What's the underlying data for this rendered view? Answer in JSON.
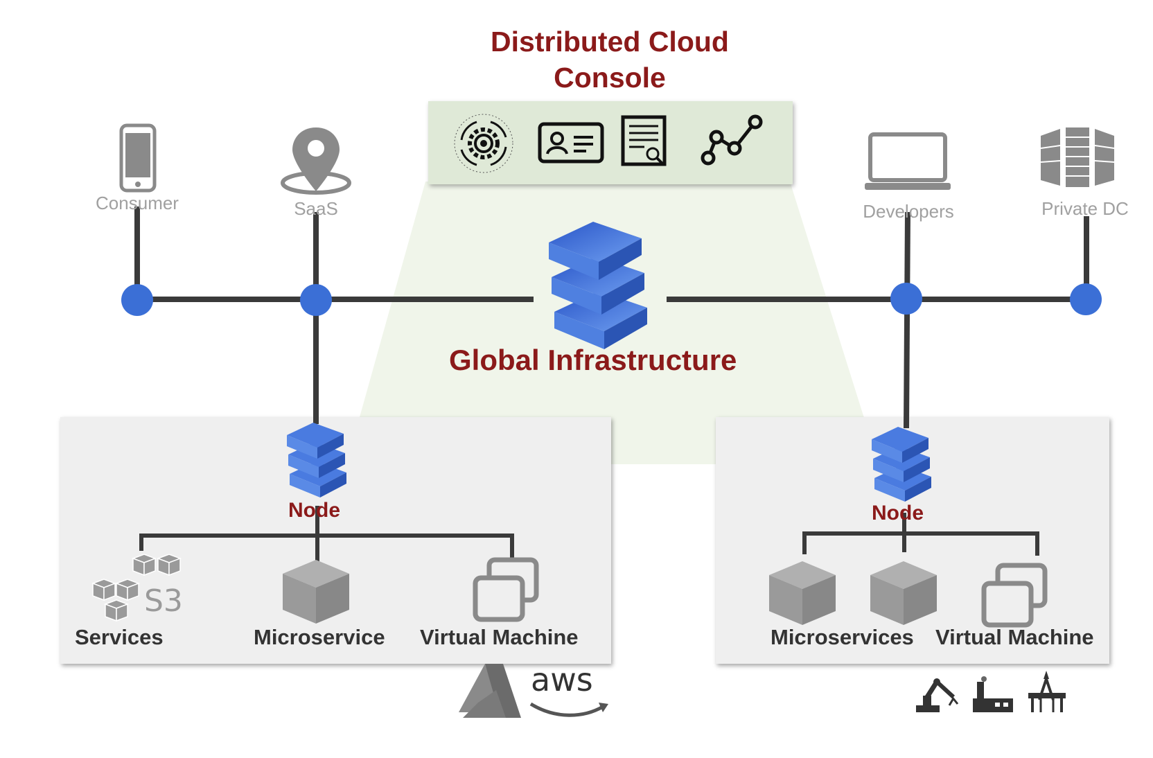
{
  "console": {
    "title_line1": "Distributed Cloud",
    "title_line2": "Console",
    "icons": [
      "gear-cycle-icon",
      "id-card-icon",
      "document-search-icon",
      "graph-line-icon"
    ]
  },
  "endpoints": {
    "consumer": "Consumer",
    "saas": "SaaS",
    "developers": "Developers",
    "private_dc": "Private DC"
  },
  "infrastructure": {
    "label": "Global Infrastructure"
  },
  "left_site": {
    "node_label": "Node",
    "services_label": "Services",
    "s3_label": "S3",
    "microservice_label": "Microservice",
    "vm_label": "Virtual Machine",
    "vendor_label": "aws"
  },
  "right_site": {
    "node_label": "Node",
    "microservices_label": "Microservices",
    "vm_label": "Virtual Machine",
    "edge_icons": [
      "robot-arm-icon",
      "factory-icon",
      "oil-rig-icon"
    ]
  },
  "colors": {
    "accent_red": "#8b1a1a",
    "node_blue": "#3b6fd6",
    "line_dark": "#3a3a3a",
    "icon_gray": "#8a8a8a"
  }
}
